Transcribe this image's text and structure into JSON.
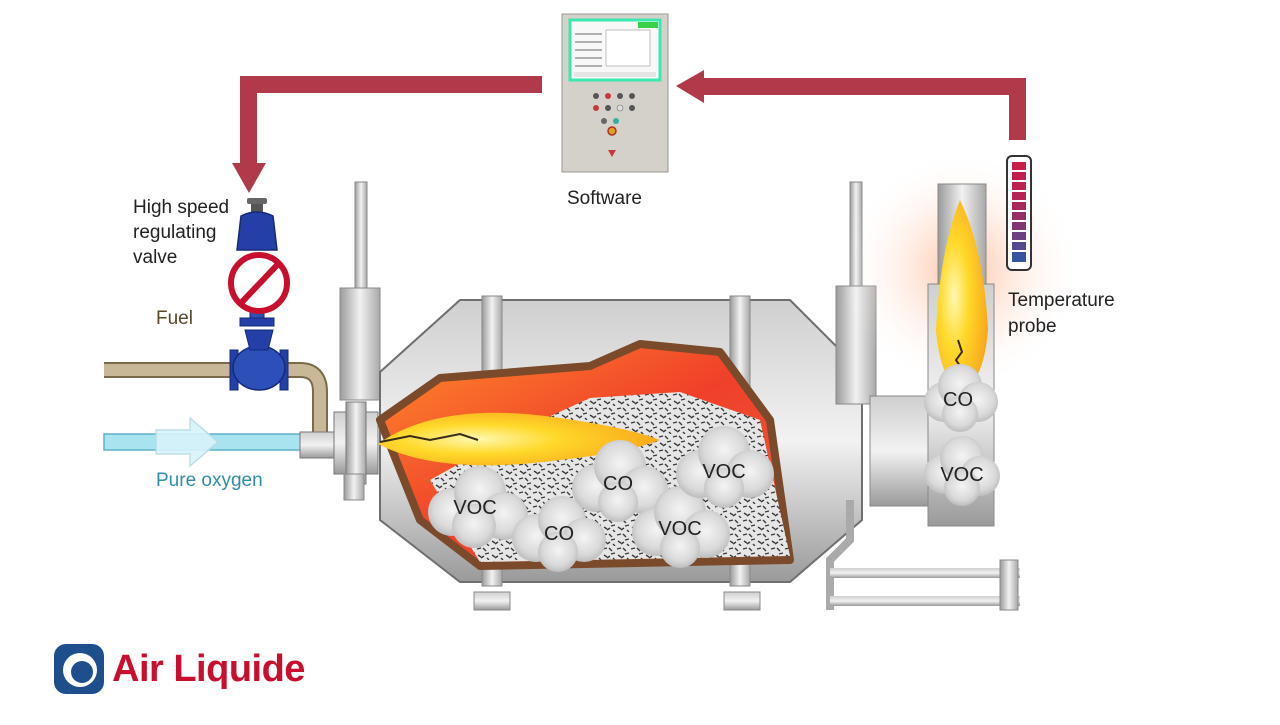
{
  "labels": {
    "software": "Software",
    "valve_line1": "High speed",
    "valve_line2": "regulating",
    "valve_line3": "valve",
    "fuel": "Fuel",
    "oxygen": "Pure oxygen",
    "probe_line1": "Temperature",
    "probe_line2": "probe"
  },
  "clouds": {
    "voc_left": "VOC",
    "co_lower": "CO",
    "co_mid": "CO",
    "voc_mid": "VOC",
    "voc_top": "VOC",
    "co_exhaust": "CO",
    "voc_exhaust": "VOC"
  },
  "logo": {
    "text": "Air Liquide"
  },
  "colors": {
    "arrow": "#b03a4a",
    "valve": "#2440a8",
    "fuel_pipe": "#c8b898",
    "oxygen_pipe": "#a9e3f0",
    "brand": "#c8102e",
    "logo_ring": "#1f4e8c"
  }
}
